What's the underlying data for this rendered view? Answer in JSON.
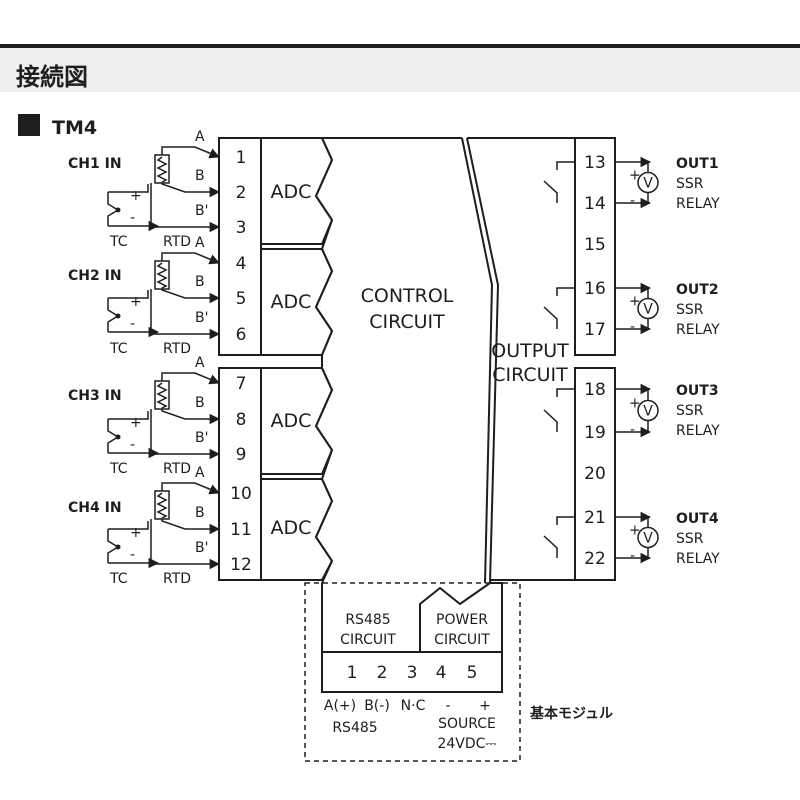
{
  "header": {
    "title": "接続図"
  },
  "model": {
    "name": "TM4"
  },
  "colors": {
    "ink": "#1e1e1e",
    "header_bg": "#efefef",
    "background": "#ffffff"
  },
  "inputs": {
    "channels": [
      {
        "label": "CH1 IN",
        "terminals": [
          "1",
          "2",
          "3"
        ]
      },
      {
        "label": "CH2 IN",
        "terminals": [
          "4",
          "5",
          "6"
        ]
      },
      {
        "label": "CH3 IN",
        "terminals": [
          "7",
          "8",
          "9"
        ]
      },
      {
        "label": "CH4 IN",
        "terminals": [
          "10",
          "11",
          "12"
        ]
      }
    ],
    "wire_labels": [
      "A",
      "B",
      "B'"
    ],
    "tc_label": "TC",
    "rtd_label": "RTD",
    "plus": "+",
    "minus": "-",
    "adc_label": "ADC"
  },
  "control_circuit": [
    "CONTROL",
    "CIRCUIT"
  ],
  "output_circuit": [
    "OUTPUT",
    "CIRCUIT"
  ],
  "outputs": {
    "terminals": [
      "13",
      "14",
      "15",
      "16",
      "17",
      "18",
      "19",
      "20",
      "21",
      "22"
    ],
    "groups": [
      {
        "name": "OUT1",
        "line1": "SSR",
        "line2": "RELAY"
      },
      {
        "name": "OUT2",
        "line1": "SSR",
        "line2": "RELAY"
      },
      {
        "name": "OUT3",
        "line1": "SSR",
        "line2": "RELAY"
      },
      {
        "name": "OUT4",
        "line1": "SSR",
        "line2": "RELAY"
      }
    ],
    "voltmeter": "V",
    "plus": "+",
    "minus": "-"
  },
  "base_module": {
    "label": "基本モジュル",
    "rs485_circuit": [
      "RS485",
      "CIRCUIT"
    ],
    "power_circuit": [
      "POWER",
      "CIRCUIT"
    ],
    "terminals": [
      "1",
      "2",
      "3",
      "4",
      "5"
    ],
    "terminal_labels": [
      "A(+)",
      "B(-)",
      "N·C",
      "-",
      "+"
    ],
    "rs485": "RS485",
    "source": "SOURCE",
    "voltage": "24VDC⎓"
  }
}
